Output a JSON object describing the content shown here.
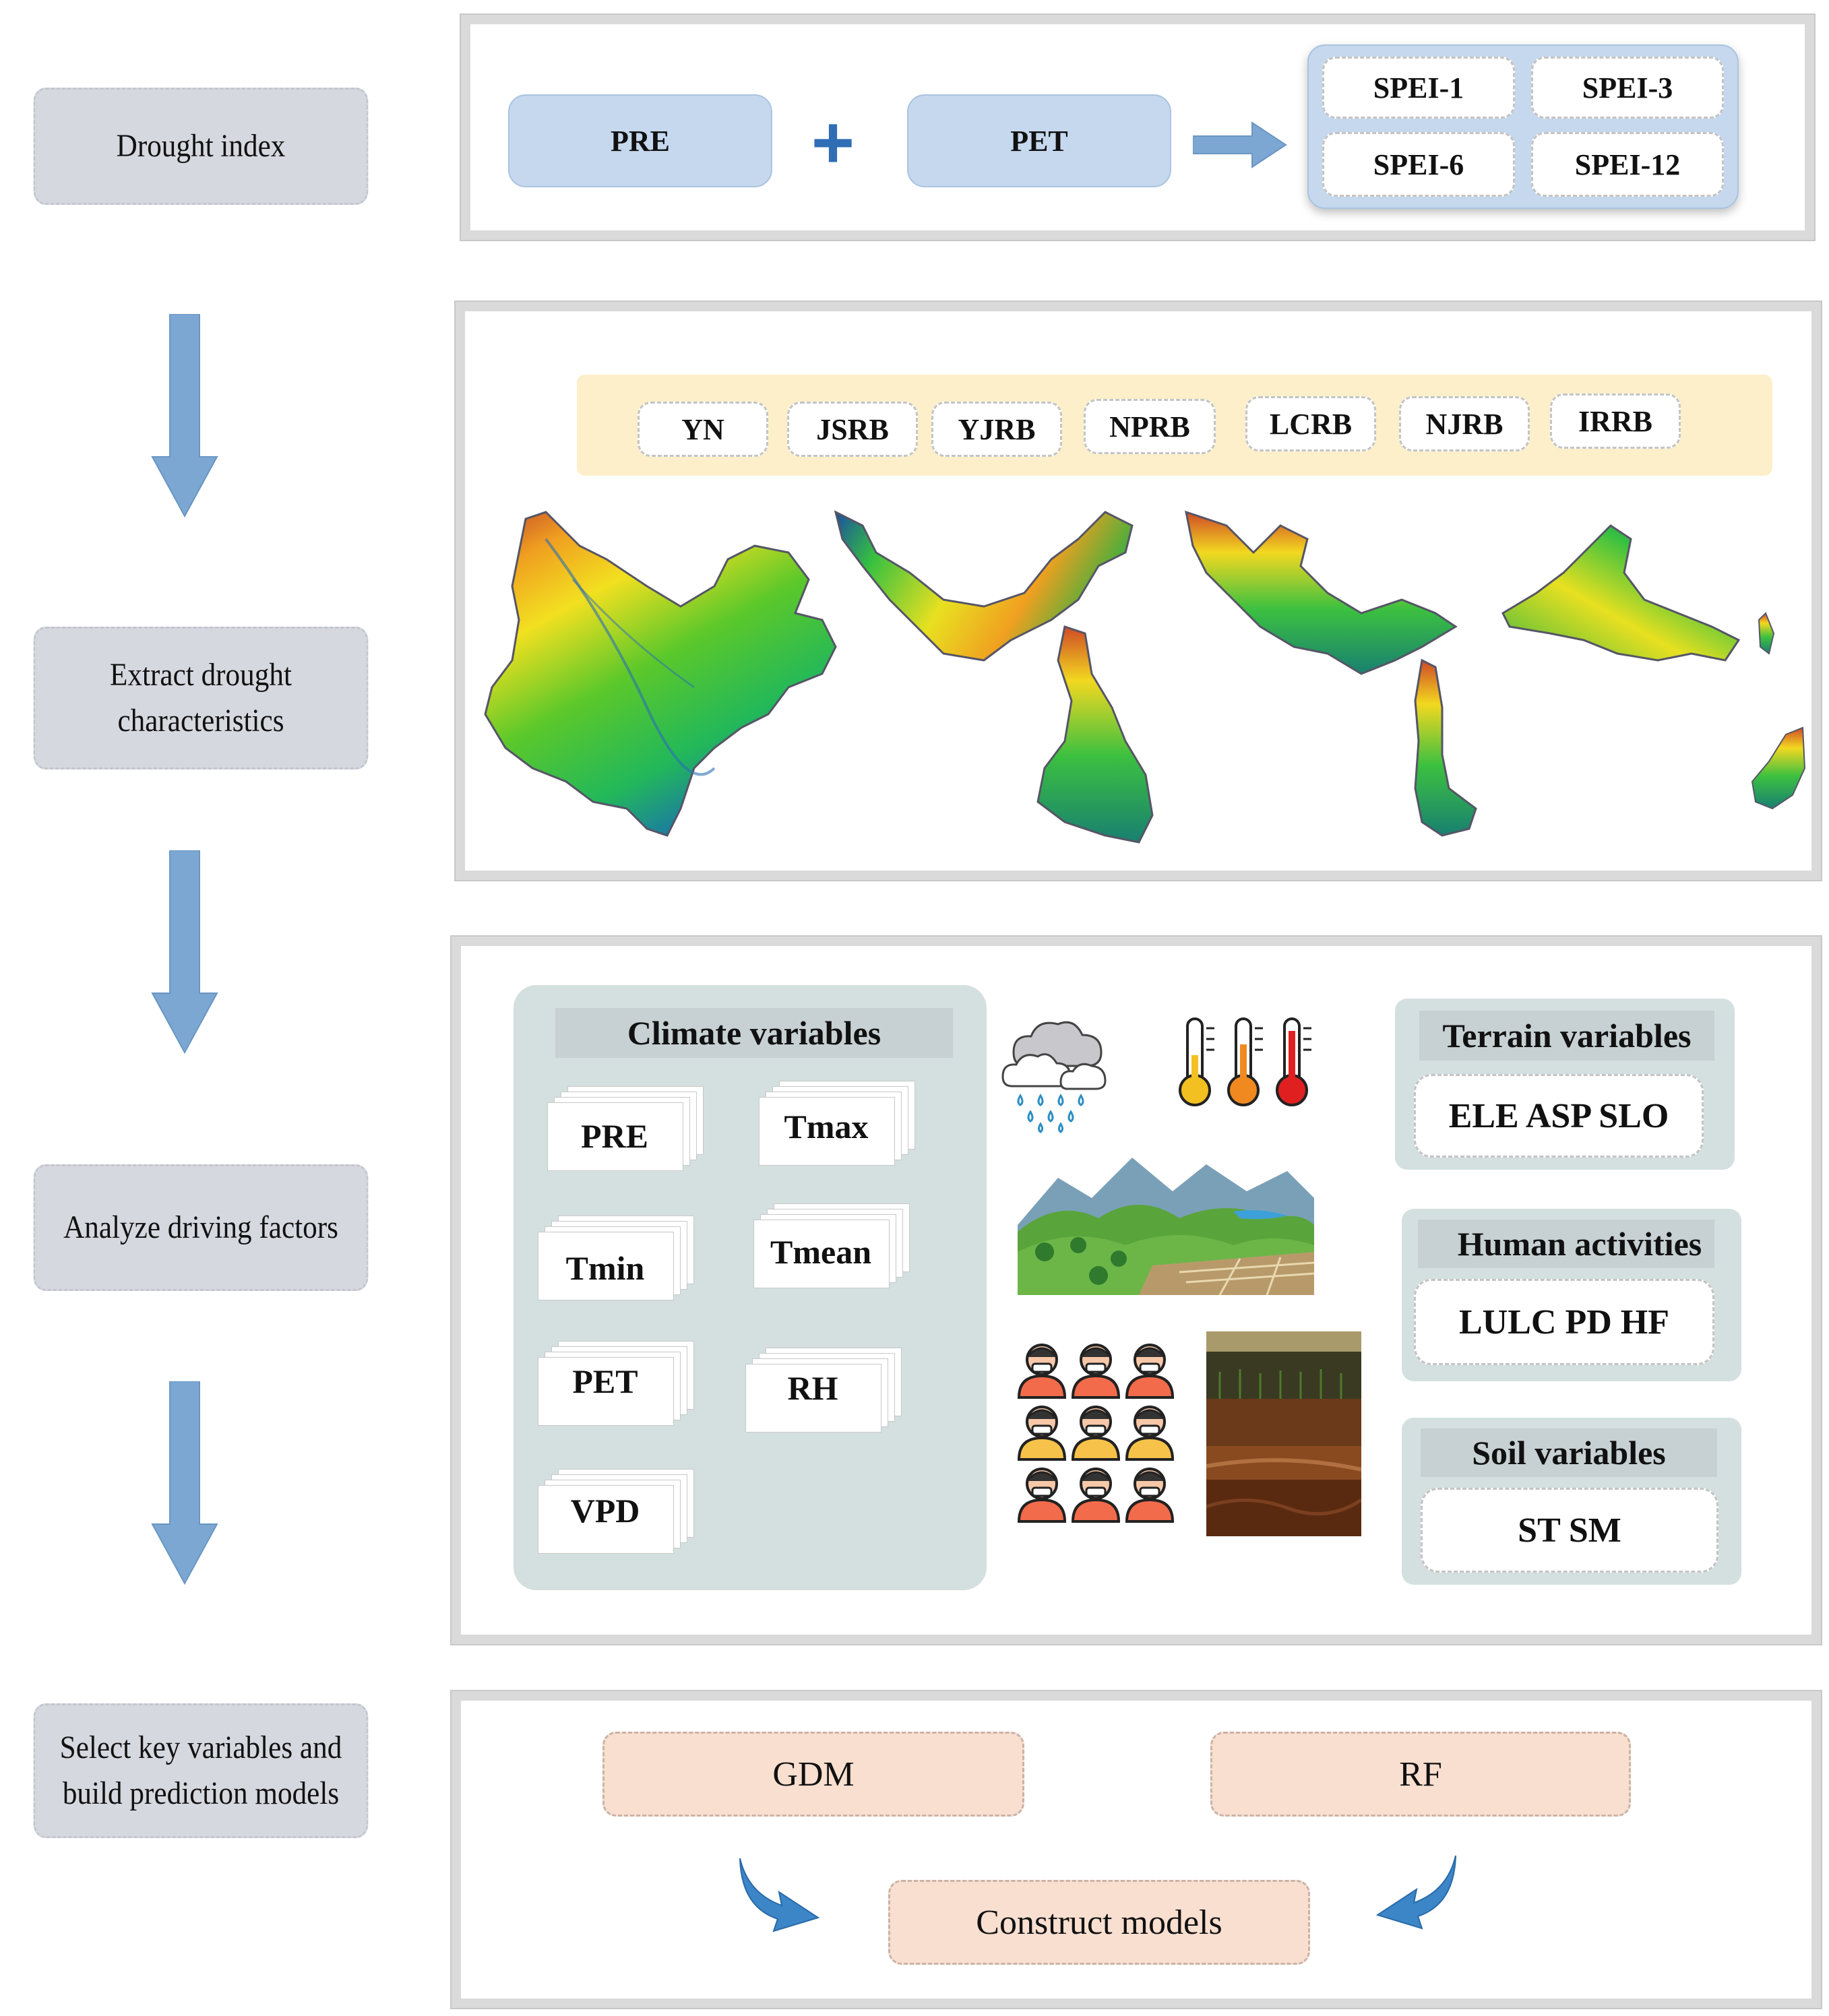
{
  "steps": [
    "Drought index",
    "Extract drought  characteristics",
    "Analyze driving factors",
    "Select key variables and build prediction models"
  ],
  "index": {
    "pre": "PRE",
    "pet": "PET",
    "plus": "+",
    "spei": [
      "SPEI-1",
      "SPEI-3",
      "SPEI-6",
      "SPEI-12"
    ]
  },
  "basins": [
    "YN",
    "JSRB",
    "YJRB",
    "NPRB",
    "LCRB",
    "NJRB",
    "IRRB"
  ],
  "climate": {
    "title": "Climate variables",
    "items": [
      "PRE",
      "Tmax",
      "Tmin",
      "Tmean",
      "PET",
      "RH",
      "VPD"
    ]
  },
  "terrain": {
    "title": "Terrain variables",
    "value": "ELE ASP SLO"
  },
  "human": {
    "title": "Human activities",
    "value": "LULC PD HF"
  },
  "soil": {
    "title": "Soil variables",
    "value": "ST SM"
  },
  "models": {
    "gdm": "GDM",
    "rf": "RF",
    "construct": "Construct  models"
  },
  "colors": {
    "arrow": "#7ba7d2",
    "blue_box": "#c5d8ee",
    "plus": "#2f6db5",
    "peach": "#f9dfd0",
    "climate_panel": "#d3e0df",
    "basin_bar": "#fcefc9"
  },
  "icons": [
    "rain-cloud-icon",
    "thermometer-icon",
    "landscape-image",
    "people-icon",
    "soil-profile-image",
    "basin-map-image"
  ]
}
